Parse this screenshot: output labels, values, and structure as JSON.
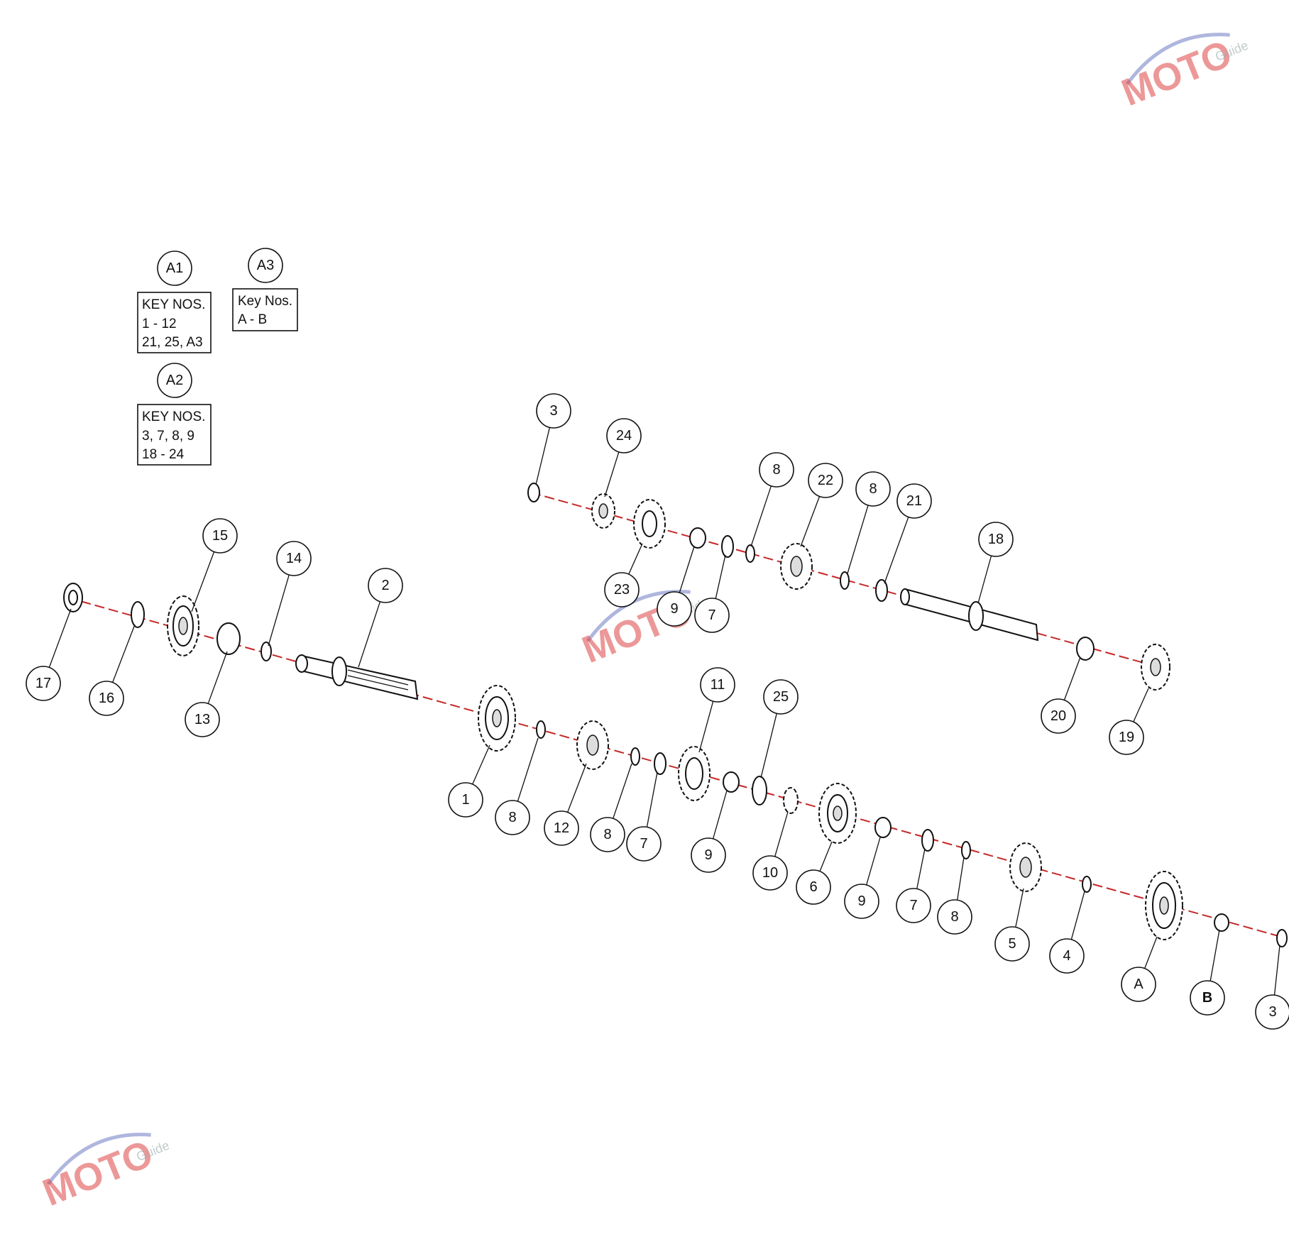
{
  "key_groups": [
    {
      "id": "A1",
      "lines": [
        "KEY NOS.",
        "1 - 12",
        "21, 25, A3"
      ]
    },
    {
      "id": "A2",
      "lines": [
        "KEY NOS.",
        "3, 7, 8, 9",
        "18 - 24"
      ]
    },
    {
      "id": "A3",
      "lines": [
        "Key Nos.",
        "A - B"
      ]
    }
  ],
  "watermark": {
    "logo_text": "MOTO",
    "sub_text": "Guide"
  },
  "callouts": [
    "17",
    "16",
    "15",
    "13",
    "14",
    "2",
    "1",
    "8",
    "12",
    "8",
    "7",
    "11",
    "9",
    "25",
    "10",
    "6",
    "9",
    "7",
    "8",
    "5",
    "4",
    "A",
    "B",
    "3",
    "3",
    "24",
    "23",
    "9",
    "7",
    "8",
    "22",
    "8",
    "21",
    "18",
    "20",
    "19"
  ],
  "colors": {
    "axis": "#c62828",
    "ink": "#111111",
    "logo": "#d44444"
  }
}
